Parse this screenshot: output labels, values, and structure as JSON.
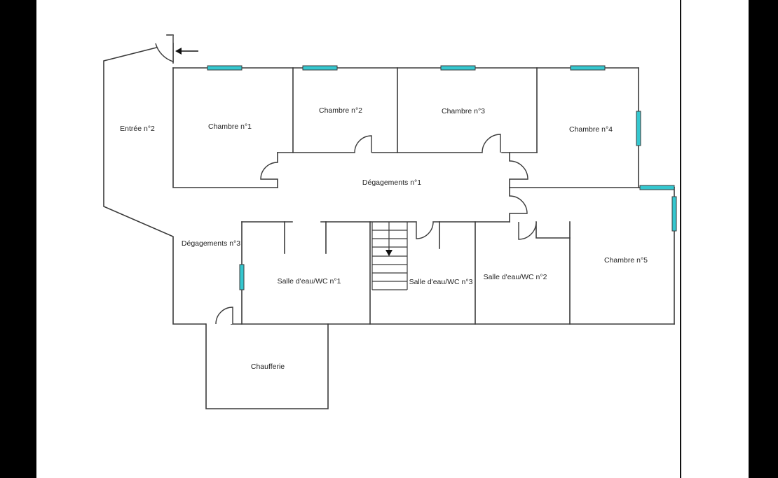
{
  "plan": {
    "rooms": {
      "entree2": "Entrée n°2",
      "chambre1": "Chambre n°1",
      "chambre2": "Chambre n°2",
      "chambre3": "Chambre n°3",
      "chambre4": "Chambre n°4",
      "chambre5": "Chambre n°5",
      "degagements1": "Dégagements n°1",
      "degagements3": "Dégagements n°3",
      "sdb1": "Salle d'eau/WC n°1",
      "sdb2": "Salle d'eau/WC n°2",
      "sdb3": "Salle d'eau/WC n°3",
      "chaufferie": "Chaufferie"
    },
    "colors": {
      "window": "#35c7cf",
      "wall": "#3a3a3a"
    }
  }
}
